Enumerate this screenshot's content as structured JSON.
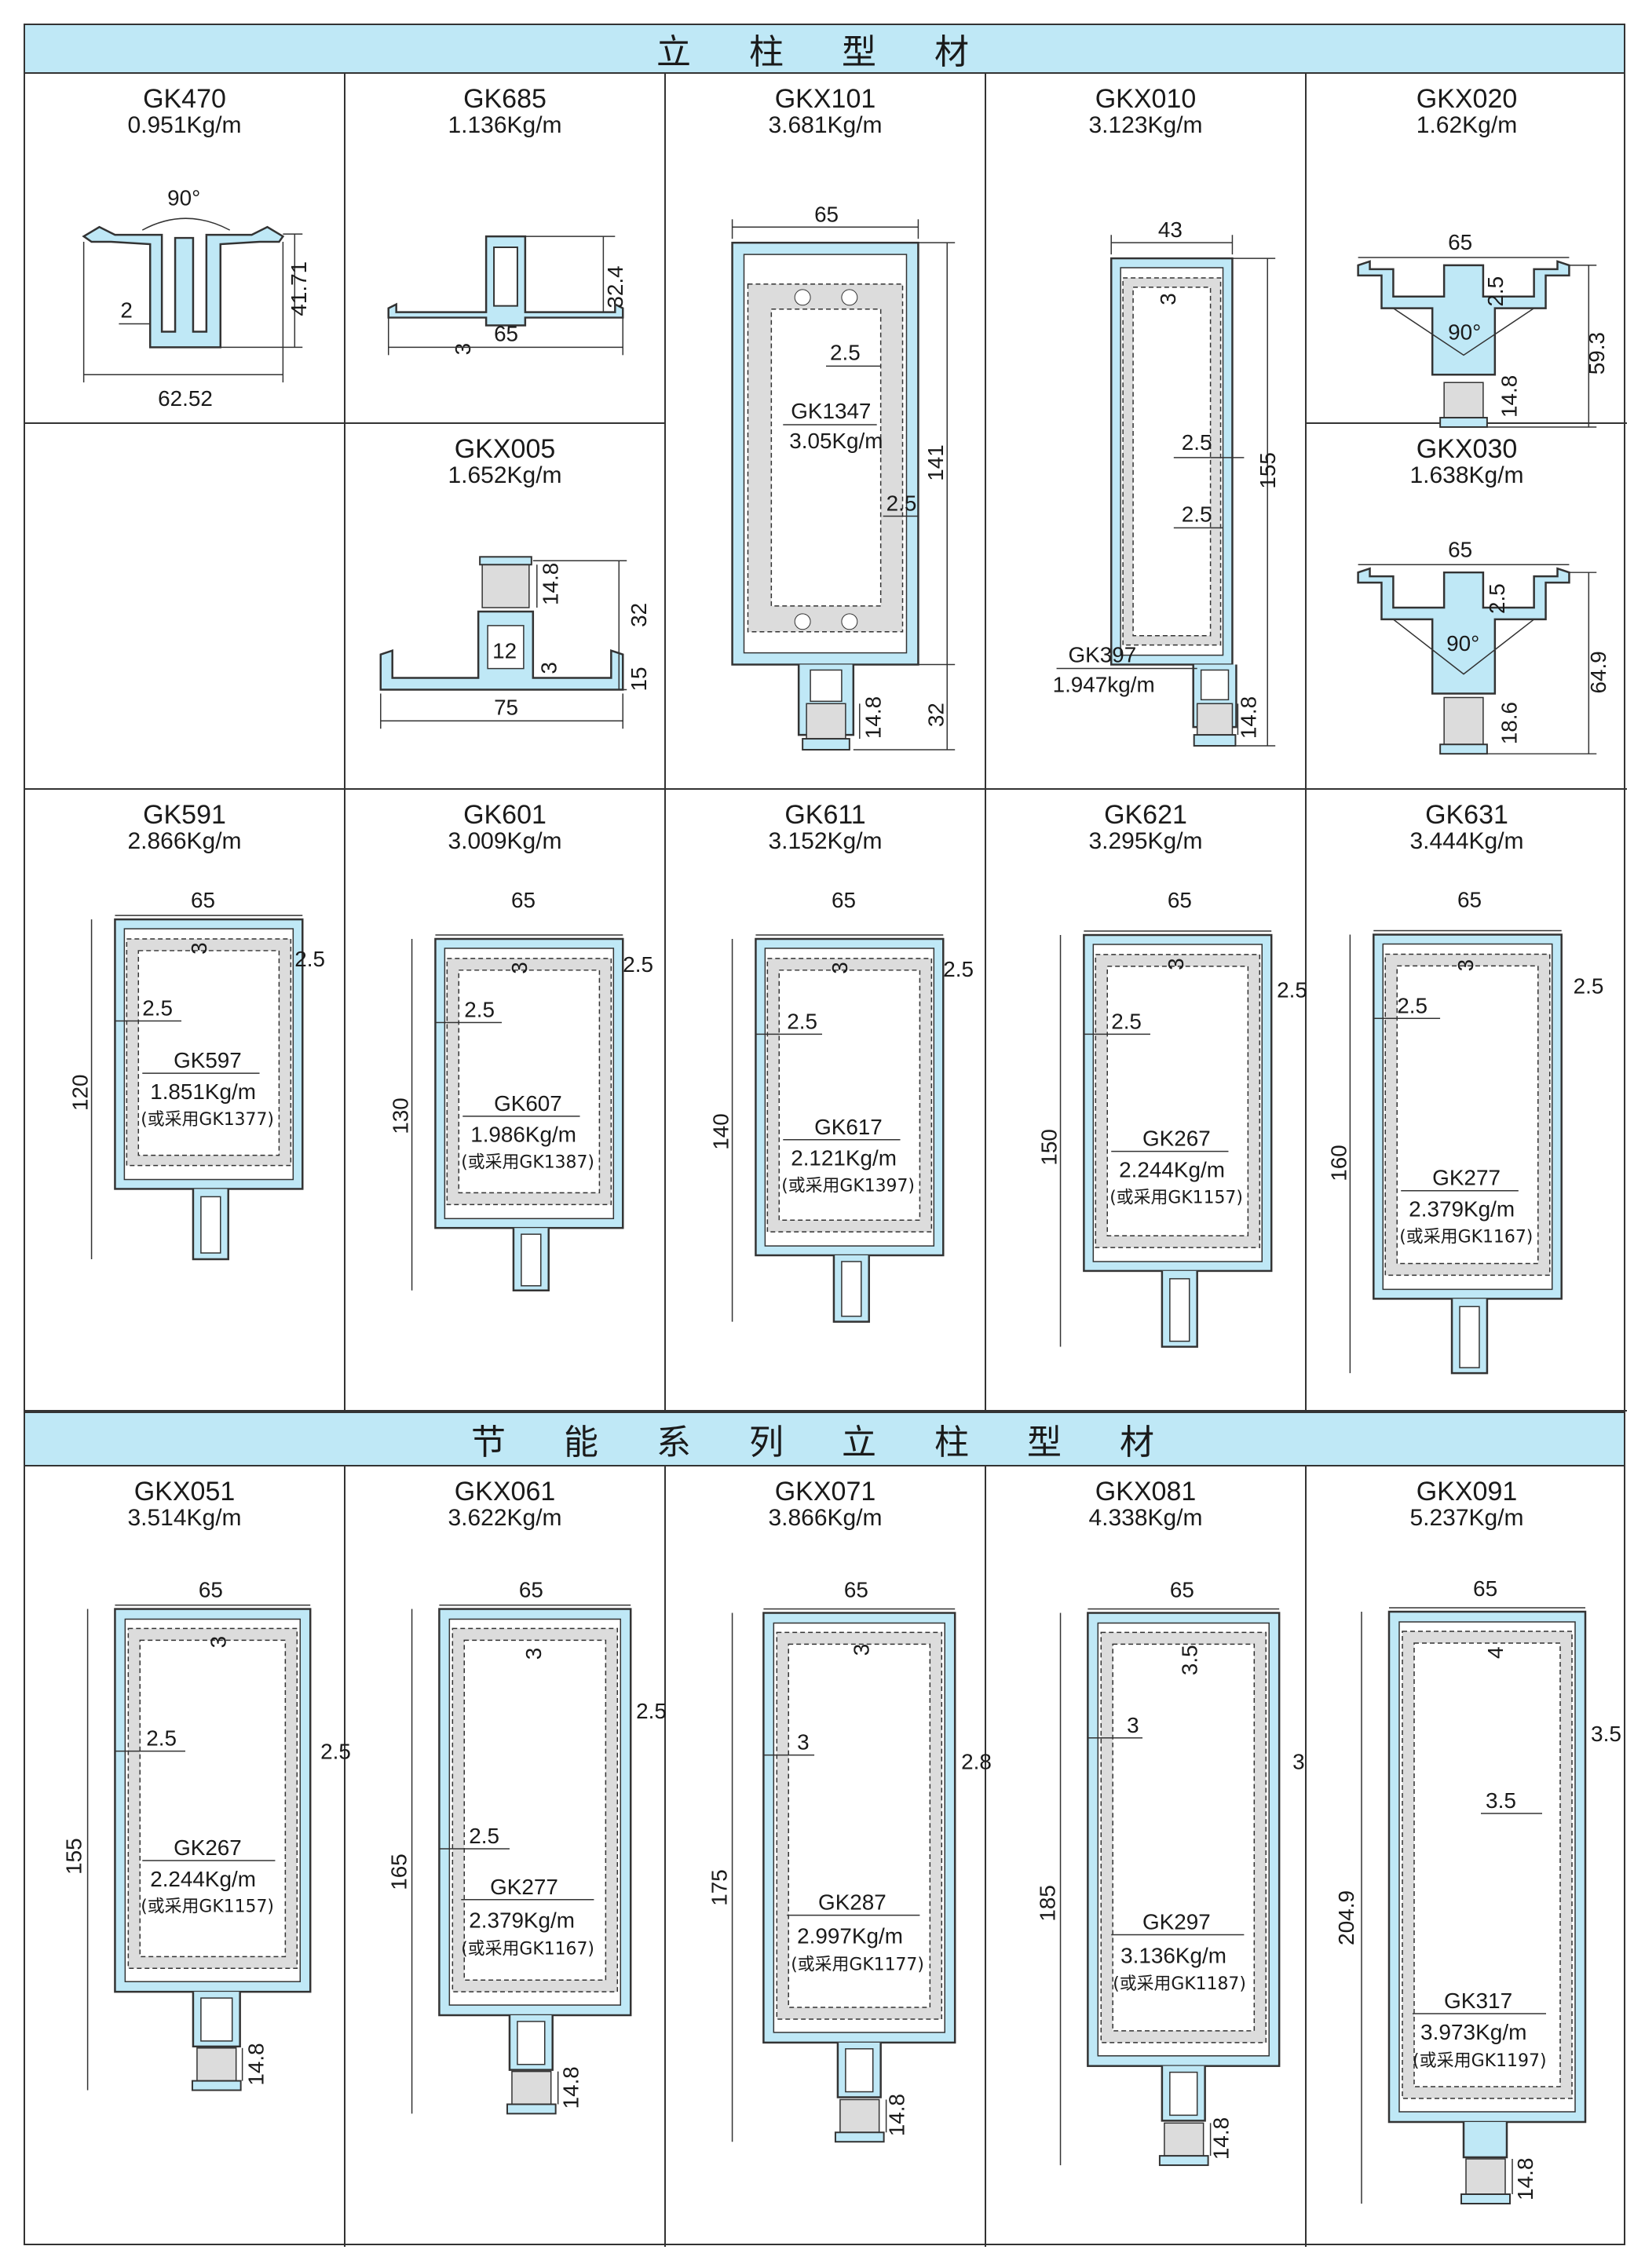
{
  "sections": [
    {
      "title": "立 柱 型 材"
    },
    {
      "title": "节 能 系 列 立 柱 型 材"
    }
  ],
  "profiles": {
    "GK470": {
      "code": "GK470",
      "weight": "0.951Kg/m",
      "dims": {
        "angle": "90°",
        "t": "2",
        "h": "41.71",
        "w": "62.52"
      }
    },
    "GK685": {
      "code": "GK685",
      "weight": "1.136Kg/m",
      "dims": {
        "t": "3",
        "h": "32.4",
        "w": "65"
      }
    },
    "GKX101": {
      "code": "GKX101",
      "weight": "3.681Kg/m",
      "dims": {
        "w": "65",
        "t1": "2.5",
        "t2": "2.5",
        "h": "141",
        "h2": "32",
        "k": "14.8"
      },
      "insert": {
        "code": "GK1347",
        "weight": "3.05Kg/m"
      }
    },
    "GKX010": {
      "code": "GKX010",
      "weight": "3.123Kg/m",
      "dims": {
        "w": "43",
        "t": "3",
        "t1": "2.5",
        "t2": "2.5",
        "h": "155",
        "k": "14.8"
      },
      "insert": {
        "code": "GK397",
        "weight": "1.947kg/m"
      }
    },
    "GKX020": {
      "code": "GKX020",
      "weight": "1.62Kg/m",
      "dims": {
        "w": "65",
        "t": "2.5",
        "angle": "90°",
        "h": "59.3",
        "k": "14.8"
      }
    },
    "GKX005": {
      "code": "GKX005",
      "weight": "1.652Kg/m",
      "dims": {
        "k": "14.8",
        "h": "32",
        "w2": "12",
        "t": "3",
        "h2": "15",
        "w": "75"
      }
    },
    "GKX030": {
      "code": "GKX030",
      "weight": "1.638Kg/m",
      "dims": {
        "w": "65",
        "t": "2.5",
        "angle": "90°",
        "h": "64.9",
        "k": "18.6"
      }
    },
    "GK591": {
      "code": "GK591",
      "weight": "2.866Kg/m",
      "dims": {
        "w": "65",
        "t": "3",
        "s1": "2.5",
        "s2": "2.5",
        "h": "120"
      },
      "insert": {
        "code": "GK597",
        "weight": "1.851Kg/m",
        "alt": "(或采用GK1377)"
      }
    },
    "GK601": {
      "code": "GK601",
      "weight": "3.009Kg/m",
      "dims": {
        "w": "65",
        "t": "3",
        "s1": "2.5",
        "s2": "2.5",
        "h": "130"
      },
      "insert": {
        "code": "GK607",
        "weight": "1.986Kg/m",
        "alt": "(或采用GK1387)"
      }
    },
    "GK611": {
      "code": "GK611",
      "weight": "3.152Kg/m",
      "dims": {
        "w": "65",
        "t": "3",
        "s1": "2.5",
        "s2": "2.5",
        "h": "140"
      },
      "insert": {
        "code": "GK617",
        "weight": "2.121Kg/m",
        "alt": "(或采用GK1397)"
      }
    },
    "GK621": {
      "code": "GK621",
      "weight": "3.295Kg/m",
      "dims": {
        "w": "65",
        "t": "3",
        "s1": "2.5",
        "s2": "2.5",
        "h": "150"
      },
      "insert": {
        "code": "GK267",
        "weight": "2.244Kg/m",
        "alt": "(或采用GK1157)"
      }
    },
    "GK631": {
      "code": "GK631",
      "weight": "3.444Kg/m",
      "dims": {
        "w": "65",
        "t": "3",
        "s1": "2.5",
        "s2": "2.5",
        "h": "160"
      },
      "insert": {
        "code": "GK277",
        "weight": "2.379Kg/m",
        "alt": "(或采用GK1167)"
      }
    },
    "GKX051": {
      "code": "GKX051",
      "weight": "3.514Kg/m",
      "dims": {
        "w": "65",
        "t": "3",
        "s1": "2.5",
        "s2": "2.5",
        "h": "155",
        "k": "14.8"
      },
      "insert": {
        "code": "GK267",
        "weight": "2.244Kg/m",
        "alt": "(或采用GK1157)"
      }
    },
    "GKX061": {
      "code": "GKX061",
      "weight": "3.622Kg/m",
      "dims": {
        "w": "65",
        "t": "3",
        "s1": "2.5",
        "s2": "2.5",
        "h": "165",
        "k": "14.8"
      },
      "insert": {
        "code": "GK277",
        "weight": "2.379Kg/m",
        "alt": "(或采用GK1167)"
      }
    },
    "GKX071": {
      "code": "GKX071",
      "weight": "3.866Kg/m",
      "dims": {
        "w": "65",
        "t": "3",
        "s1": "3",
        "s2": "2.8",
        "h": "175",
        "k": "14.8"
      },
      "insert": {
        "code": "GK287",
        "weight": "2.997Kg/m",
        "alt": "(或采用GK1177)"
      }
    },
    "GKX081": {
      "code": "GKX081",
      "weight": "4.338Kg/m",
      "dims": {
        "w": "65",
        "t": "3.5",
        "s1": "3",
        "s2": "3",
        "h": "185",
        "k": "14.8"
      },
      "insert": {
        "code": "GK297",
        "weight": "3.136Kg/m",
        "alt": "(或采用GK1187)"
      }
    },
    "GKX091": {
      "code": "GKX091",
      "weight": "5.237Kg/m",
      "dims": {
        "w": "65",
        "t": "4",
        "s1": "3.5",
        "s2": "3.5",
        "h": "204.9",
        "k": "14.8"
      },
      "insert": {
        "code": "GK317",
        "weight": "3.973Kg/m",
        "alt": "(或采用GK1197)"
      }
    }
  },
  "colors": {
    "profile_fill": "#bfe8f6",
    "insert_fill": "#dcdcdc",
    "header_band": "#bfe8f6",
    "line": "#333333"
  }
}
